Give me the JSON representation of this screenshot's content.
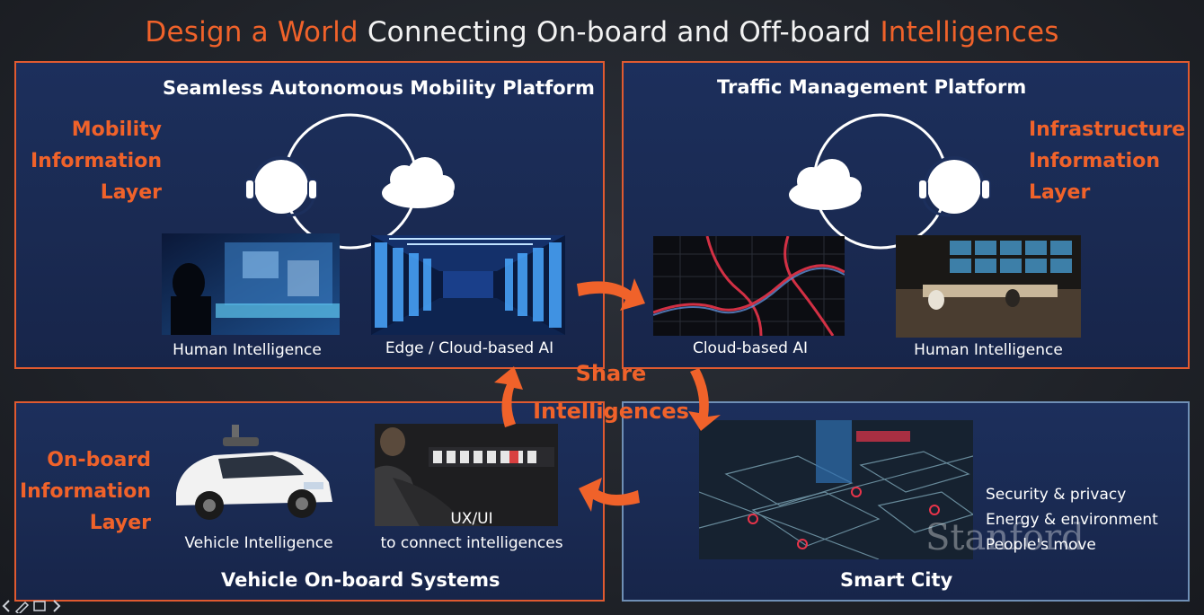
{
  "title": {
    "part1": "Design a World",
    "part2": " Connecting On-board and Off-board ",
    "part3": "Intelligences"
  },
  "panels": {
    "mobility": {
      "title": "Seamless Autonomous Mobility Platform",
      "layer": [
        "Mobility",
        "Information",
        "Layer"
      ],
      "captions": [
        "Human Intelligence",
        "Edge / Cloud-based AI"
      ]
    },
    "traffic": {
      "title": "Traffic Management Platform",
      "layer": [
        "Infrastructure",
        "Information",
        "Layer"
      ],
      "captions": [
        "Cloud-based AI",
        "Human Intelligence"
      ]
    },
    "vehicle": {
      "title": "Vehicle On-board Systems",
      "layer": [
        "On-board",
        "Information",
        "Layer"
      ],
      "captions": [
        "Vehicle Intelligence",
        "UX/UI",
        "to connect intelligences"
      ]
    },
    "city": {
      "title": "Smart City",
      "bullets": [
        "Security & privacy",
        "Energy & environment",
        "People's move"
      ],
      "watermark": "Stanford"
    }
  },
  "center": {
    "share": [
      "Share",
      "Intelligences"
    ]
  },
  "colors": {
    "accent": "#f0622a",
    "panel": "#1c2f5c",
    "background": "#202329"
  }
}
